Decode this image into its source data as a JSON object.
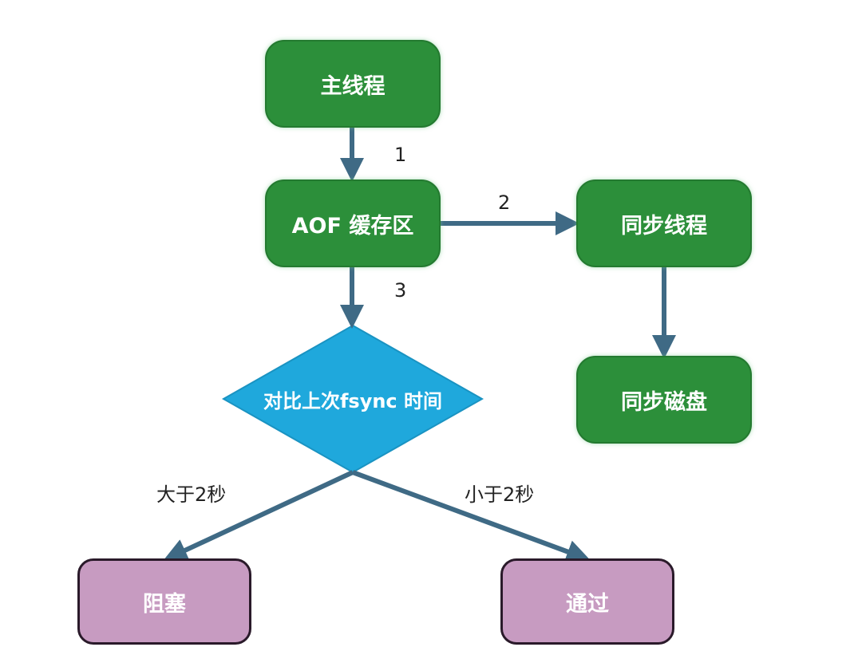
{
  "nodes": {
    "main_thread": "主线程",
    "aof_buffer": "AOF 缓存区",
    "sync_thread": "同步线程",
    "sync_disk": "同步磁盘",
    "compare_fsync": "对比上次fsync 时间",
    "block": "阻塞",
    "pass": "通过"
  },
  "edges": {
    "step1": "1",
    "step2": "2",
    "step3": "3",
    "greater_than_2s": "大于2秒",
    "less_than_2s": "小于2秒"
  },
  "colors": {
    "process": "#2c8f3a",
    "decision": "#1fa8dc",
    "terminal": "#c79bc1",
    "arrow": "#3f6a85"
  }
}
